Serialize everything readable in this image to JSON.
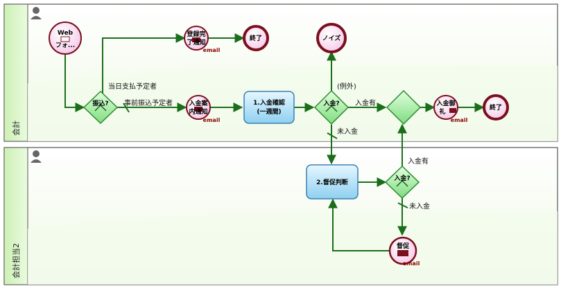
{
  "lanes": [
    {
      "name": "会計"
    },
    {
      "name": "会計担当2"
    }
  ],
  "nodes": {
    "start_web": {
      "line1": "Web",
      "line2": "フォ..."
    },
    "gw_furikomi": {
      "label": "振込?"
    },
    "email_toroku": {
      "line1": "登録完",
      "line2": "了通知",
      "tag": "email"
    },
    "end_1": {
      "label": "終了"
    },
    "noise": {
      "label": "ノイズ"
    },
    "email_nyukin_annai": {
      "line1": "入金案",
      "line2": "内通知",
      "tag": "email"
    },
    "task_1": {
      "line1": "1.入金確認",
      "line2": "(一週間)"
    },
    "gw_nyukin_1": {
      "label": "入金?"
    },
    "gw_merge": {
      "label": ""
    },
    "email_onrei": {
      "line1": "入金御",
      "line2": "礼",
      "tag": "email"
    },
    "end_2": {
      "label": "終了"
    },
    "task_2": {
      "label": "2.督促判断"
    },
    "gw_nyukin_2": {
      "label": "入金?"
    },
    "email_tokusoku": {
      "label": "督促",
      "tag": "email"
    }
  },
  "edges": {
    "tojitsu": "当日支払予定者",
    "jizen": "事前振込予定者",
    "reigai": "(例外)",
    "nyukin_ari_1": "入金有",
    "minyukin_1": "未入金",
    "nyukin_ari_2": "入金有",
    "minyukin_2": "未入金"
  },
  "colors": {
    "lane_bg": "#f2fbe9",
    "lane_side": "#dff7cc",
    "flow": "#1a6e1a",
    "event_border": "#7a0f1e",
    "event_fill": "#fde6f4",
    "task_fill": "#bfe6f8",
    "task_border": "#3b7fb0",
    "gateway_fill": "#a8eea8",
    "gateway_border": "#2b8a2b"
  }
}
